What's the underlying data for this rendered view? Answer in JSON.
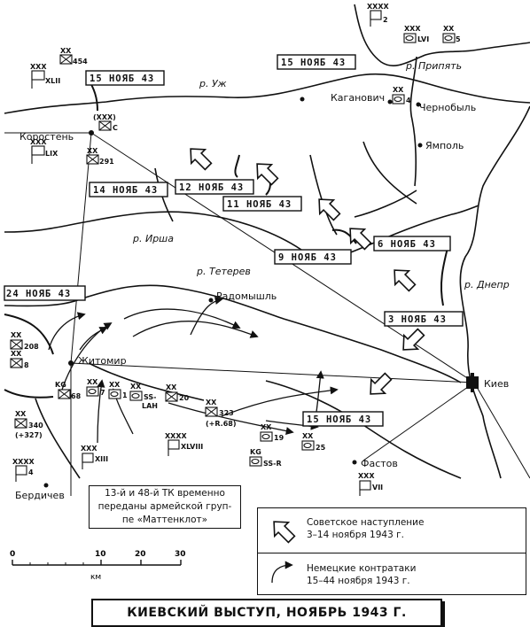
{
  "date_labels": [
    "15 НОЯБ 43",
    "15 НОЯБ 43",
    "14 НОЯБ 43",
    "12 НОЯБ 43",
    "11 НОЯБ 43",
    "9 НОЯБ 43",
    "6 НОЯБ 43",
    "24 НОЯБ 43",
    "3 НОЯБ 43",
    "15 НОЯБ 43"
  ],
  "places": {
    "korosten": "Коростень",
    "kaganovich": "Каганович",
    "chernobyl": "Чернобыль",
    "yampol": "Ямполь",
    "radomyshl": "Радомышль",
    "zhitomir": "Житомир",
    "kiev": "Киев",
    "fastov": "Фастов",
    "berdichev": "Бердичев"
  },
  "rivers": {
    "uzh": "р. Уж",
    "pripyat": "р. Припять",
    "irsha": "р. Ирша",
    "teterev": "р. Тетерев",
    "dnepr": "р. Днепр"
  },
  "units": {
    "xlii": "XLII",
    "n454": "454",
    "lix": "LIX",
    "c": "C",
    "n291": "291",
    "n2": "2",
    "lvi": "LVI",
    "n5": "5",
    "n4a": "4",
    "n208": "208",
    "n8": "8",
    "kg1": "KG",
    "n68": "68",
    "n7": "7",
    "n1": "1",
    "ss_lah": "SS-",
    "ss_lah2": "LAH",
    "n20": "20",
    "n323": "323",
    "r68": "(+R.68)",
    "n340": "340",
    "n327": "(+327)",
    "xiii": "XIII",
    "xlviii": "XLVIII",
    "n19": "19",
    "kg2": "KG",
    "ss_r": "SS-R",
    "n25": "25",
    "n4b": "4",
    "vii": "VII",
    "xx": "XX",
    "xxx": "XXX",
    "xxxx": "XXXX",
    "paren_xxx": "(XXX)"
  },
  "note": {
    "line1": "13-й и 48-й ТК временно",
    "line2": "переданы армейской груп-",
    "line3": "пе «Маттенклот»"
  },
  "legend": {
    "soviet_line1": "Советское наступление",
    "soviet_line2": "3–14 ноября 1943 г.",
    "german_line1": "Немецкие контратаки",
    "german_line2": "15–44 ноября 1943 г."
  },
  "scale": {
    "ticks": [
      "0",
      "10",
      "20",
      "30"
    ],
    "unit": "км"
  },
  "title": "КИЕВСКИЙ ВЫСТУП, НОЯБРЬ 1943 Г."
}
